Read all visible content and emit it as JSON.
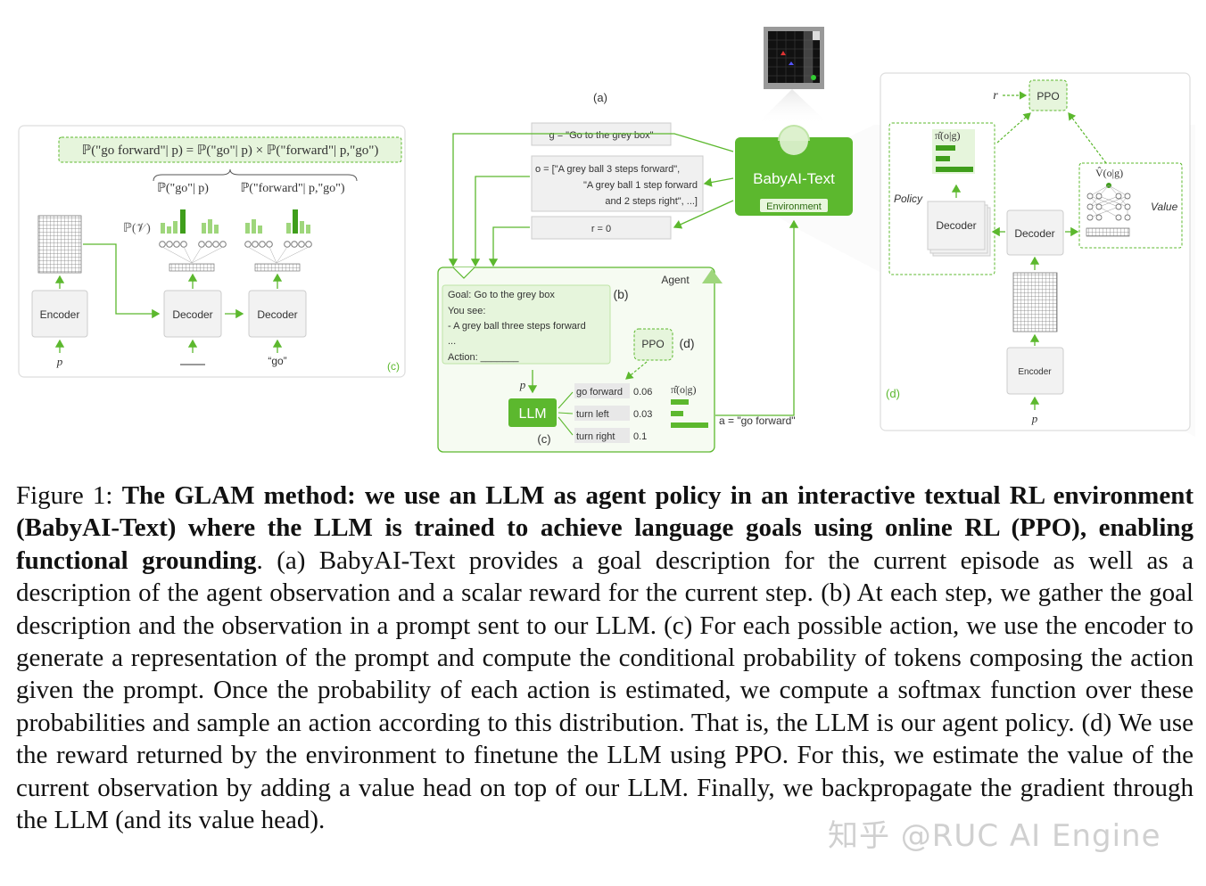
{
  "panel_left": {
    "formula": "ℙ(\"go forward\"| p) = ℙ(\"go\"| p) × ℙ(\"forward\"| p,\"go\")",
    "brace_left": "ℙ(\"go\"| p)",
    "brace_right": "ℙ(\"forward\"| p,\"go\")",
    "prob_vocab": "ℙ(𝒱)",
    "encoder": "Encoder",
    "decoder": "Decoder",
    "input_p": "p",
    "input_go": "“go”",
    "label": "(c)"
  },
  "center": {
    "label_a": "(a)",
    "goal": "g = \"Go to the grey box\"",
    "obs_line1": "o = [\"A grey ball 3 steps forward\",",
    "obs_line2": "\"A grey ball 1 step forward",
    "obs_line3": "and 2 steps right\",     ...]",
    "reward": "r = 0",
    "env_title": "BabyAI-Text",
    "env_sub": "Environment",
    "agent": "Agent",
    "prompt_line1": "Goal: Go to the grey box",
    "prompt_line2": "You see:",
    "prompt_line3": "- A grey ball three steps forward",
    "prompt_line4": "...",
    "prompt_line5": "Action: _______",
    "label_b": "(b)",
    "ppo": "PPO",
    "label_d": "(d)",
    "p": "p",
    "llm": "LLM",
    "label_c": "(c)",
    "pi": "π̂(o|g)",
    "actions": [
      {
        "name": "go forward",
        "prob": "0.06"
      },
      {
        "name": "turn left",
        "prob": "0.03"
      },
      {
        "name": "turn right",
        "prob": "0.1"
      }
    ],
    "action_out": "a = \"go forward\""
  },
  "panel_right": {
    "r": "r",
    "ppo": "PPO",
    "pi": "π̂(o|g)",
    "v": "V̂(o|g)",
    "policy": "Policy",
    "value": "Value",
    "decoder": "Decoder",
    "encoder": "Encoder",
    "p": "p",
    "label": "(d)"
  },
  "caption": {
    "prefix": "Figure 1: ",
    "bold": "The GLAM method: we use an LLM as agent policy in an interactive textual RL environment (BabyAI-Text) where the LLM is trained to achieve language goals using online RL (PPO), enabling functional grounding",
    "rest": ". (a) BabyAI-Text provides a goal description for the current episode as well as a description of the agent observation and a scalar reward for the current step. (b) At each step, we gather the goal description and the observation in a prompt sent to our LLM. (c) For each possible action, we use the encoder to generate a representation of the prompt and compute the conditional probability of tokens composing the action given the prompt. Once the probability of each action is estimated, we compute a softmax function over these probabilities and sample an action according to this distribution. That is, the LLM is our agent policy. (d) We use the reward returned by the environment to finetune the LLM using PPO. For this, we estimate the value of the current observation by adding a value head on top of our LLM. Finally, we backpropagate the gradient through the LLM (and its value head)."
  },
  "watermark": "知乎 @RUC AI Engine",
  "colors": {
    "green": "#5cb82e",
    "light_green": "#e6f5dc",
    "dark_text": "#333333"
  }
}
